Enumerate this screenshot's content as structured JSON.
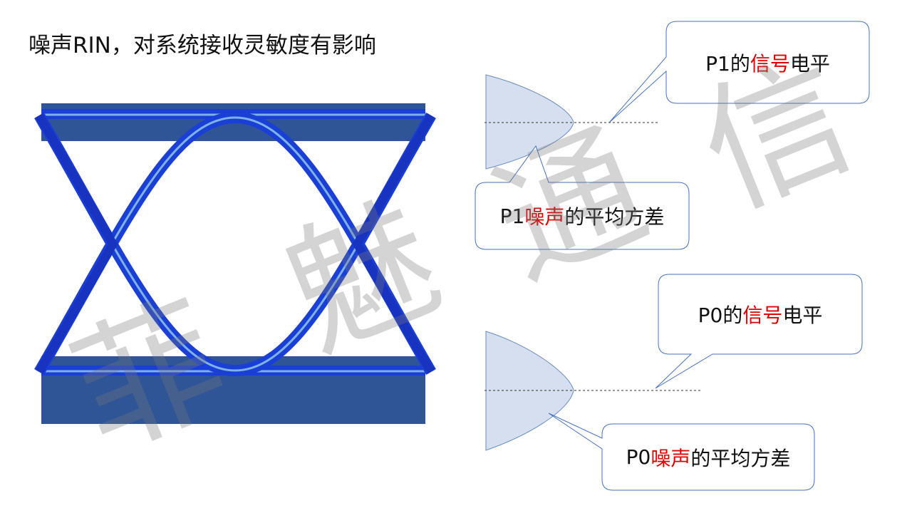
{
  "slide": {
    "title": "噪声RIN，对系统接收灵敏度有影响",
    "watermark": [
      "菲",
      "魅",
      "通",
      "信"
    ],
    "callouts": {
      "p1_signal": {
        "prefix": "P1的",
        "highlight": "信号",
        "suffix": "电平"
      },
      "p1_noise": {
        "prefix": "P1",
        "highlight": "噪声",
        "suffix": "的平均方差"
      },
      "p0_signal": {
        "prefix": "P0的",
        "highlight": "信号",
        "suffix": "电平"
      },
      "p0_noise": {
        "prefix": "P0",
        "highlight": "噪声",
        "suffix": "的平均方差"
      }
    },
    "colors": {
      "highlight": "#e00000",
      "eye_tube": "#1a3fd6",
      "eye_bar": "#2f5597",
      "distribution_fill": "#d6dff0"
    }
  }
}
